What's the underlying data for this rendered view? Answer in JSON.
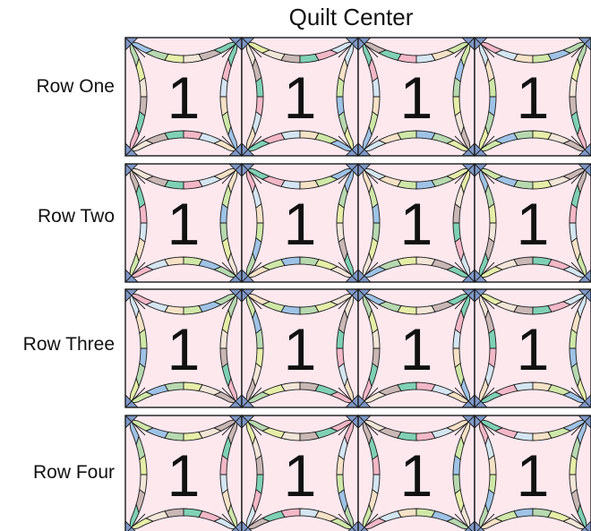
{
  "title": "Quilt Center",
  "rows": [
    {
      "label": "Row One",
      "blocks": [
        "1",
        "1",
        "1",
        "1"
      ]
    },
    {
      "label": "Row Two",
      "blocks": [
        "1",
        "1",
        "1",
        "1"
      ]
    },
    {
      "label": "Row Three",
      "blocks": [
        "1",
        "1",
        "1",
        "1"
      ]
    },
    {
      "label": "Row Four",
      "blocks": [
        "1",
        "1",
        "1",
        "1"
      ]
    }
  ],
  "colors": {
    "background": "#fde8ee",
    "outline": "#1a1a1a",
    "corner_blue": "#7f98c8",
    "arc_palette": [
      "#9fc3e6",
      "#b7d9b0",
      "#e6eea8",
      "#f2e6d8",
      "#c9b8b5",
      "#7fd1b5",
      "#f4b8c8",
      "#d4e6f2",
      "#f6e2c6",
      "#cfe8a8"
    ]
  }
}
